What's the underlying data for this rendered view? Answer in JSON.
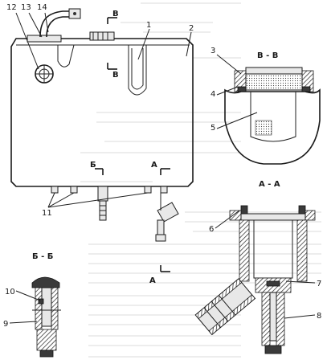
{
  "figure": {
    "callouts": [
      "1",
      "2",
      "3",
      "4",
      "5",
      "6",
      "7",
      "8",
      "9",
      "10",
      "11",
      "12",
      "13",
      "14"
    ],
    "section_letters": [
      "В",
      "Б",
      "А"
    ],
    "section_titles": {
      "vv": "В - В",
      "aa": "А - А",
      "bb": "Б - Б"
    }
  }
}
